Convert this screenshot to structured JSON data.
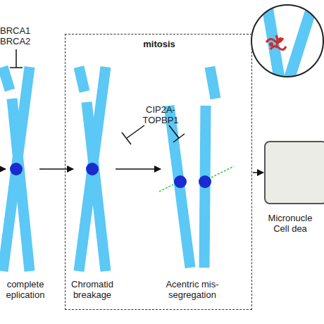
{
  "diagram": {
    "nodes": [
      {
        "text": [
          "mitosis"
        ]
      },
      {
        "text": [
          "Micronucle Cell dea"
        ]
      }
    ],
    "edges": [
      {
        "from": 0,
        "to": 1,
        "arrow": "to"
      }
    ],
    "labels": [
      "BRCA1 BRCA2",
      "CIP2A- TOPBP1",
      "complete eplication",
      "Chromatid breakage",
      "Acentric mis-segregation"
    ]
  }
}
